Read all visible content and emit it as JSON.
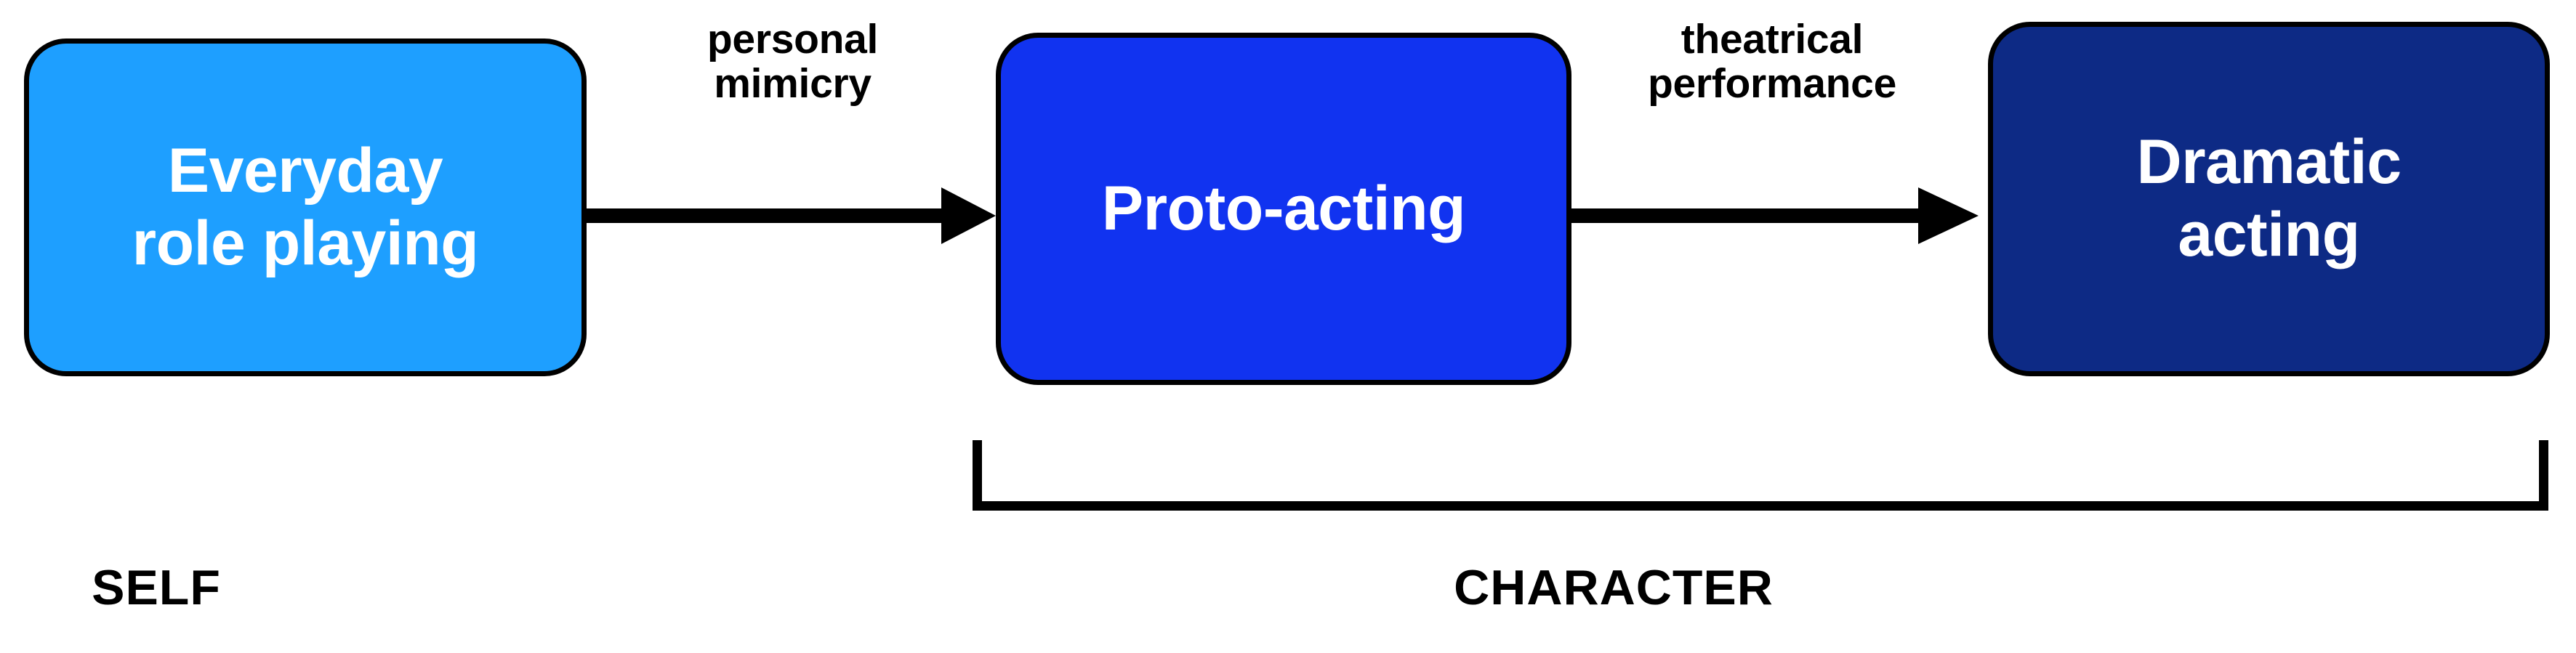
{
  "diagram": {
    "title_present": false,
    "background_color": "#ffffff",
    "stages": [
      {
        "id": "everyday-role-playing",
        "label": "Everyday\nrole playing",
        "fill_color": "#1E9FFF",
        "text_color": "#ffffff",
        "border_color": "#000000"
      },
      {
        "id": "proto-acting",
        "label": "Proto-acting",
        "fill_color": "#1133F0",
        "text_color": "#ffffff",
        "border_color": "#000000"
      },
      {
        "id": "dramatic-acting",
        "label": "Dramatic\nacting",
        "fill_color": "#0D2A85",
        "text_color": "#ffffff",
        "border_color": "#000000"
      }
    ],
    "transitions": [
      {
        "id": "personal-mimicry",
        "label": "personal\nmimicry",
        "from": "everyday-role-playing",
        "to": "proto-acting",
        "color": "#000000"
      },
      {
        "id": "theatrical-performance",
        "label": "theatrical\nperformance",
        "from": "proto-acting",
        "to": "dramatic-acting",
        "color": "#000000"
      }
    ],
    "groups": [
      {
        "id": "self",
        "caption": "SELF",
        "covers": [
          "everyday-role-playing"
        ],
        "bracket": false,
        "color": "#000000"
      },
      {
        "id": "character",
        "caption": "CHARACTER",
        "covers": [
          "proto-acting",
          "dramatic-acting"
        ],
        "bracket": true,
        "color": "#000000"
      }
    ]
  }
}
